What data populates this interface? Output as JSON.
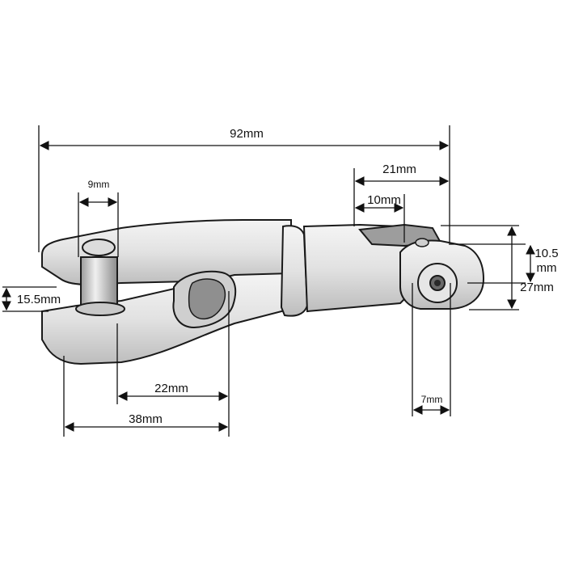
{
  "dimensions": {
    "overall_length": "92mm",
    "swivel_length": "21mm",
    "swivel_inner": "10mm",
    "pin_diameter": "9mm",
    "jaw_opening": "15.5mm",
    "slot_length": "22mm",
    "jaw_depth": "38mm",
    "eye_width_line1": "10.5",
    "eye_width_line2": "mm",
    "eye_height": "27mm",
    "eye_hole": "7mm"
  }
}
